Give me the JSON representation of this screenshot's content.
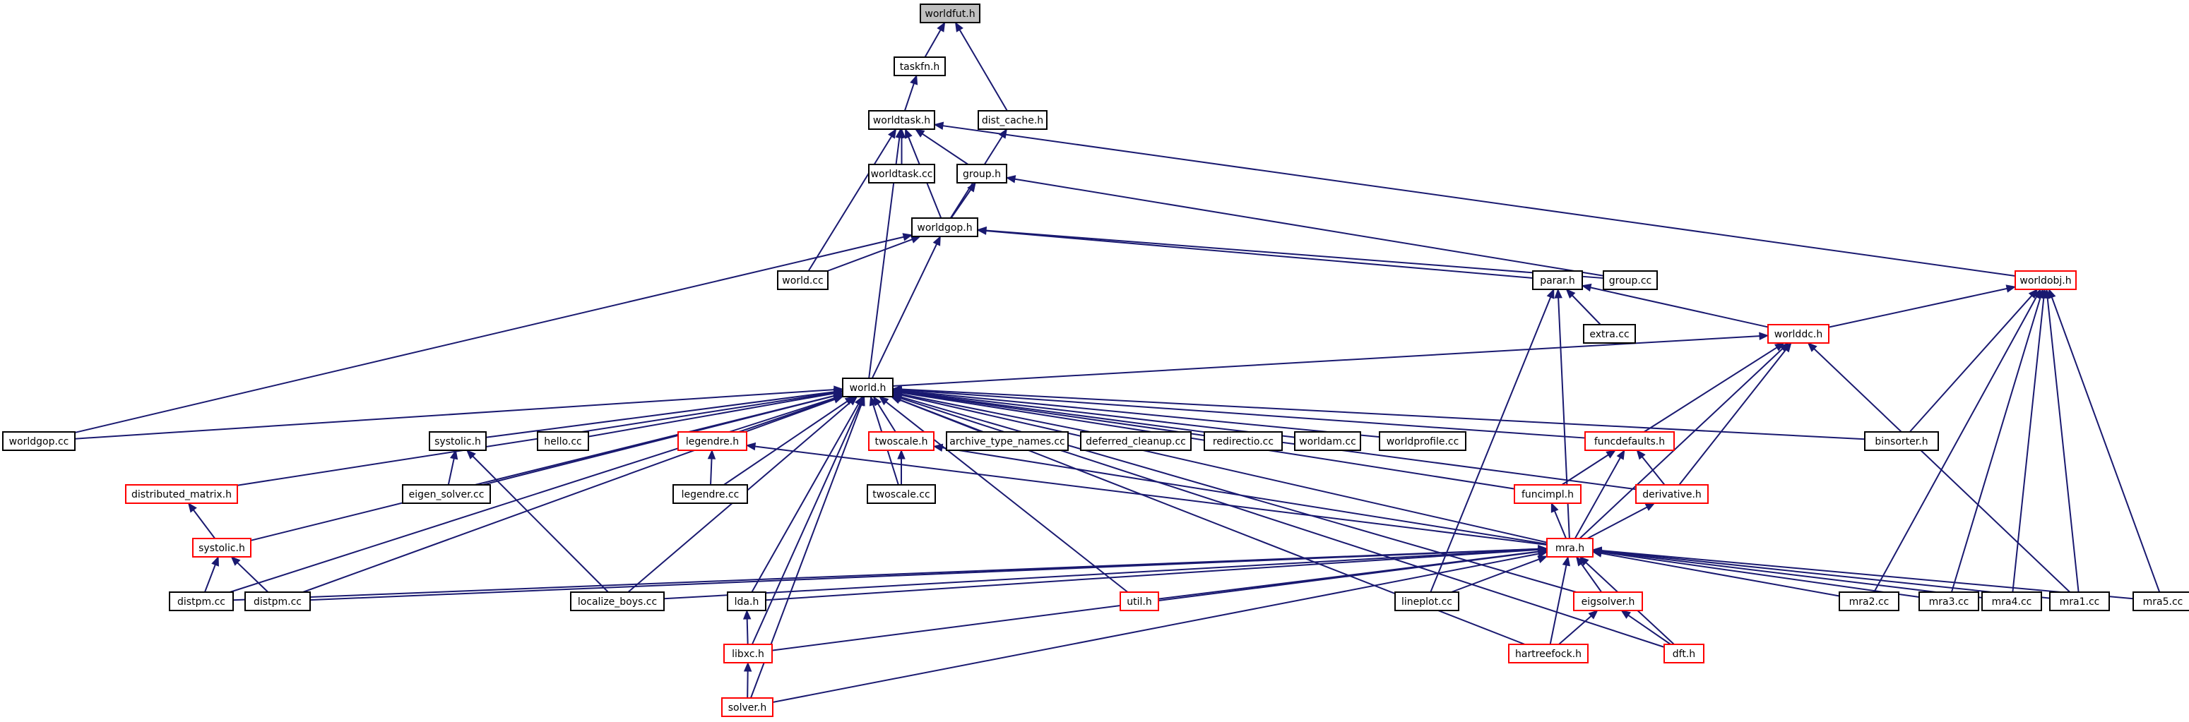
{
  "graph": {
    "nodes": [
      {
        "id": "worldfut",
        "label": "worldfut.h",
        "style": "root"
      },
      {
        "id": "taskfn",
        "label": "taskfn.h",
        "style": "normal"
      },
      {
        "id": "worldtask",
        "label": "worldtask.h",
        "style": "normal"
      },
      {
        "id": "distcache",
        "label": "dist_cache.h",
        "style": "normal"
      },
      {
        "id": "worldtaskcc",
        "label": "worldtask.cc",
        "style": "normal"
      },
      {
        "id": "group",
        "label": "group.h",
        "style": "normal"
      },
      {
        "id": "worldgop",
        "label": "worldgop.h",
        "style": "normal"
      },
      {
        "id": "worldcc",
        "label": "world.cc",
        "style": "normal"
      },
      {
        "id": "parar",
        "label": "parar.h",
        "style": "normal"
      },
      {
        "id": "groupcc",
        "label": "group.cc",
        "style": "normal"
      },
      {
        "id": "worldobj",
        "label": "worldobj.h",
        "style": "red"
      },
      {
        "id": "extracc",
        "label": "extra.cc",
        "style": "normal"
      },
      {
        "id": "worlddc",
        "label": "worlddc.h",
        "style": "red"
      },
      {
        "id": "worldh",
        "label": "world.h",
        "style": "normal"
      },
      {
        "id": "worldgopcc",
        "label": "worldgop.cc",
        "style": "normal"
      },
      {
        "id": "systolic",
        "label": "systolic.h",
        "style": "normal"
      },
      {
        "id": "hellocc",
        "label": "hello.cc",
        "style": "normal"
      },
      {
        "id": "legendre",
        "label": "legendre.h",
        "style": "red"
      },
      {
        "id": "twoscale",
        "label": "twoscale.h",
        "style": "red"
      },
      {
        "id": "archive",
        "label": "archive_type_names.cc",
        "style": "normal"
      },
      {
        "id": "deferred",
        "label": "deferred_cleanup.cc",
        "style": "normal"
      },
      {
        "id": "redirectio",
        "label": "redirectio.cc",
        "style": "normal"
      },
      {
        "id": "worldam",
        "label": "worldam.cc",
        "style": "normal"
      },
      {
        "id": "worldprofile",
        "label": "worldprofile.cc",
        "style": "normal"
      },
      {
        "id": "funcdefaults",
        "label": "funcdefaults.h",
        "style": "red"
      },
      {
        "id": "binsorter",
        "label": "binsorter.h",
        "style": "normal"
      },
      {
        "id": "distmatrix",
        "label": "distributed_matrix.h",
        "style": "red"
      },
      {
        "id": "eigensolvercc",
        "label": "eigen_solver.cc",
        "style": "normal"
      },
      {
        "id": "legendrecc",
        "label": "legendre.cc",
        "style": "normal"
      },
      {
        "id": "twoscalecc",
        "label": "twoscale.cc",
        "style": "normal"
      },
      {
        "id": "funcimpl",
        "label": "funcimpl.h",
        "style": "red"
      },
      {
        "id": "derivative",
        "label": "derivative.h",
        "style": "red"
      },
      {
        "id": "systolicred",
        "label": "systolic.h",
        "style": "red"
      },
      {
        "id": "mra",
        "label": "mra.h",
        "style": "red"
      },
      {
        "id": "distpm1",
        "label": "distpm.cc",
        "style": "normal"
      },
      {
        "id": "distpm2",
        "label": "distpm.cc",
        "style": "normal"
      },
      {
        "id": "localize",
        "label": "localize_boys.cc",
        "style": "normal"
      },
      {
        "id": "lda",
        "label": "lda.h",
        "style": "normal"
      },
      {
        "id": "util",
        "label": "util.h",
        "style": "red"
      },
      {
        "id": "lineplot",
        "label": "lineplot.cc",
        "style": "normal"
      },
      {
        "id": "eigsolver",
        "label": "eigsolver.h",
        "style": "red"
      },
      {
        "id": "mra2",
        "label": "mra2.cc",
        "style": "normal"
      },
      {
        "id": "mra3",
        "label": "mra3.cc",
        "style": "normal"
      },
      {
        "id": "mra4",
        "label": "mra4.cc",
        "style": "normal"
      },
      {
        "id": "mra1",
        "label": "mra1.cc",
        "style": "normal"
      },
      {
        "id": "mra5",
        "label": "mra5.cc",
        "style": "normal"
      },
      {
        "id": "libxc",
        "label": "libxc.h",
        "style": "red"
      },
      {
        "id": "hartreefock",
        "label": "hartreefock.h",
        "style": "red"
      },
      {
        "id": "dft",
        "label": "dft.h",
        "style": "red"
      },
      {
        "id": "solver",
        "label": "solver.h",
        "style": "red"
      }
    ]
  },
  "colors": {
    "edge": "#191970",
    "node_border": "#000000",
    "red_border": "#ff0000",
    "root_fill": "#bfbfbf"
  }
}
